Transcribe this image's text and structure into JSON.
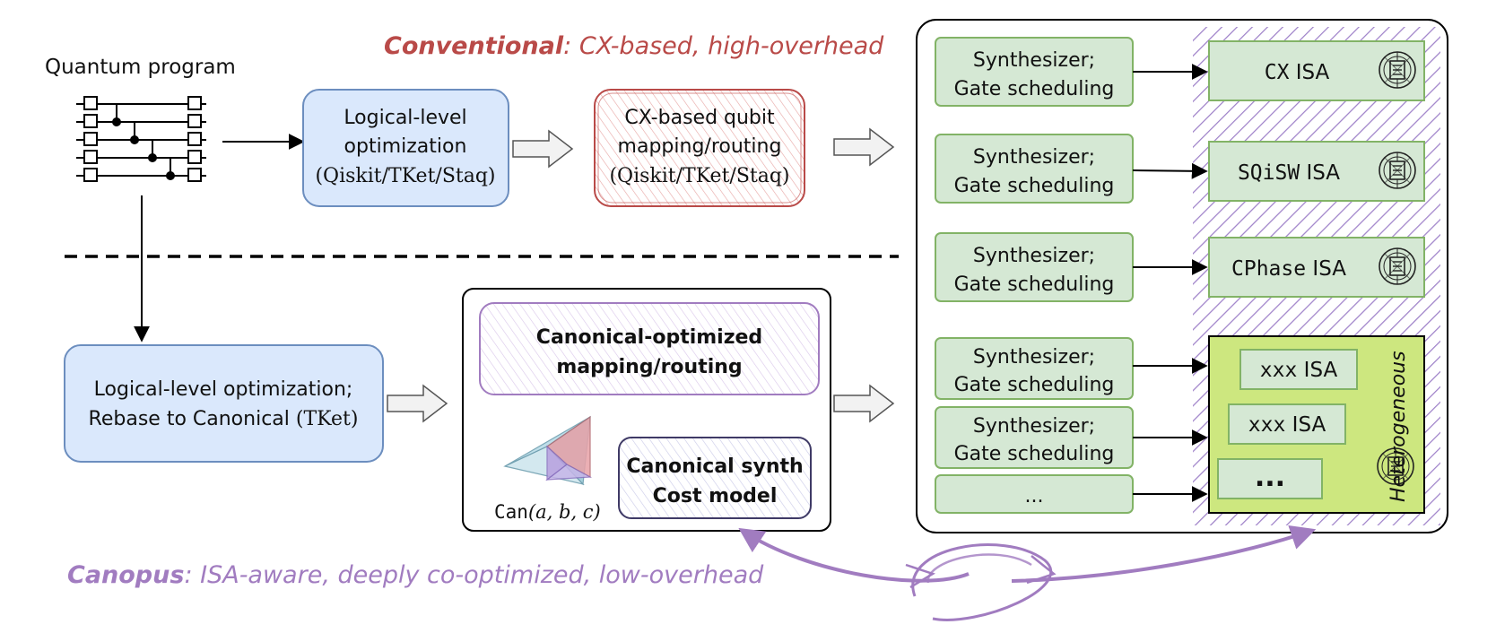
{
  "input": {
    "label": "Quantum program"
  },
  "conventional": {
    "title": "Conventional",
    "subtitle": ": CX-based, high-overhead",
    "logical": {
      "line1": "Logical-level",
      "line2": "optimization",
      "line3": "(Qiskit/TKet/Staq)"
    },
    "mapping": {
      "line1": "CX-based qubit",
      "line2": "mapping/routing",
      "line3": "(Qiskit/TKet/Staq)"
    }
  },
  "canopus": {
    "title": "Canopus",
    "subtitle": ": ISA-aware, deeply co-optimized, low-overhead",
    "logical": {
      "line1": "Logical-level optimization;",
      "line2": "Rebase to Canonical ",
      "line2_tool": "(TKet)"
    },
    "mapping": {
      "line1": "Canonical-optimized",
      "line2": "mapping/routing"
    },
    "synth": {
      "line1": "Canonical synth",
      "line2": "Cost model"
    },
    "can_label": {
      "prefix": "Can",
      "args": "(a, b, c)"
    }
  },
  "backend": {
    "synth_line1": "Synthesizer;",
    "synth_line2": "Gate scheduling",
    "rows": [
      {
        "isa_name": "CX",
        "isa_suffix": " ISA"
      },
      {
        "isa_name": "SQiSW",
        "isa_suffix": " ISA"
      },
      {
        "isa_name": "CPhase",
        "isa_suffix": " ISA"
      }
    ],
    "heterogeneous": {
      "label": "Heterogeneous",
      "items": [
        {
          "isa_name": "xxx",
          "isa_suffix": " ISA"
        },
        {
          "isa_name": "xxx",
          "isa_suffix": " ISA"
        },
        {
          "isa_name": "...",
          "isa_suffix": ""
        }
      ]
    },
    "ellipsis_box": "..."
  },
  "colors": {
    "conventional_red": "#b94a48",
    "canopus_purple": "#a17cc0",
    "logical_blue_fill": "#dae8fc",
    "logical_blue_stroke": "#6c8ebf",
    "synth_green_fill": "#d5e8d4",
    "synth_green_stroke": "#82b366",
    "hetero_fill": "#cde77f",
    "hatch_purple": "#8e6cc0"
  },
  "icons": [
    "quantum-circuit-icon",
    "chip-icon",
    "tetrahedron-icon",
    "co-optimization-arrow-icon",
    "block-arrow-icon"
  ]
}
